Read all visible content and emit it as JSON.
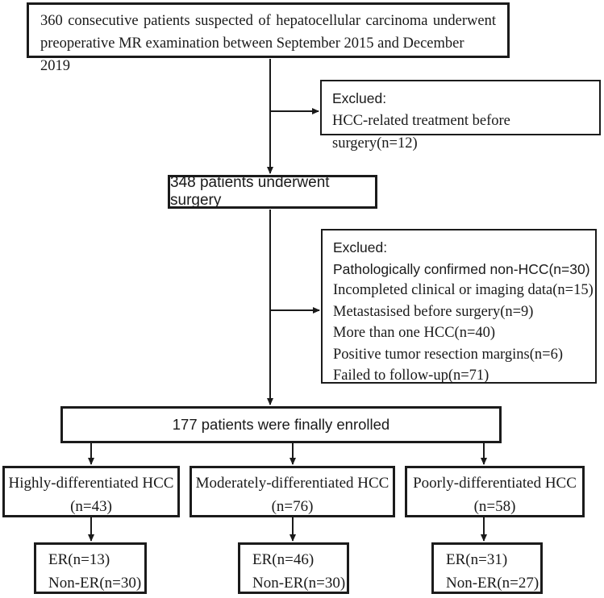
{
  "colors": {
    "ink": "#1a1a1a",
    "background": "#ffffff"
  },
  "flowchart": {
    "top_box": {
      "lines": [
        "360 consecutive patients suspected of hepatocellular carcinoma underwent",
        "preoperative MR examination between September 2015 and December 2019"
      ]
    },
    "exclusion1": {
      "title": "Exclued:",
      "lines": [
        "HCC-related treatment before surgery(n=12)"
      ]
    },
    "surgery_box": {
      "text": "348 patients underwent surgery"
    },
    "exclusion2": {
      "title": "Exclued:",
      "lines": [
        "Pathologically confirmed non-HCC(n=30)",
        "Incompleted clinical or imaging data(n=15)",
        "Metastasised before surgery(n=9)",
        "More than one HCC(n=40)",
        "Positive tumor resection margins(n=6)",
        "Failed to follow-up(n=71)"
      ]
    },
    "enrolled_box": {
      "text": "177 patients were finally enrolled"
    },
    "groups": [
      {
        "label": "Highly-differentiated HCC",
        "n": "(n=43)",
        "er": "ER(n=13)",
        "non_er": "Non-ER(n=30)"
      },
      {
        "label": "Moderately-differentiated HCC",
        "n": "(n=76)",
        "er": "ER(n=46)",
        "non_er": "Non-ER(n=30)"
      },
      {
        "label": "Poorly-differentiated HCC",
        "n": "(n=58)",
        "er": "ER(n=31)",
        "non_er": "Non-ER(n=27)"
      }
    ]
  }
}
